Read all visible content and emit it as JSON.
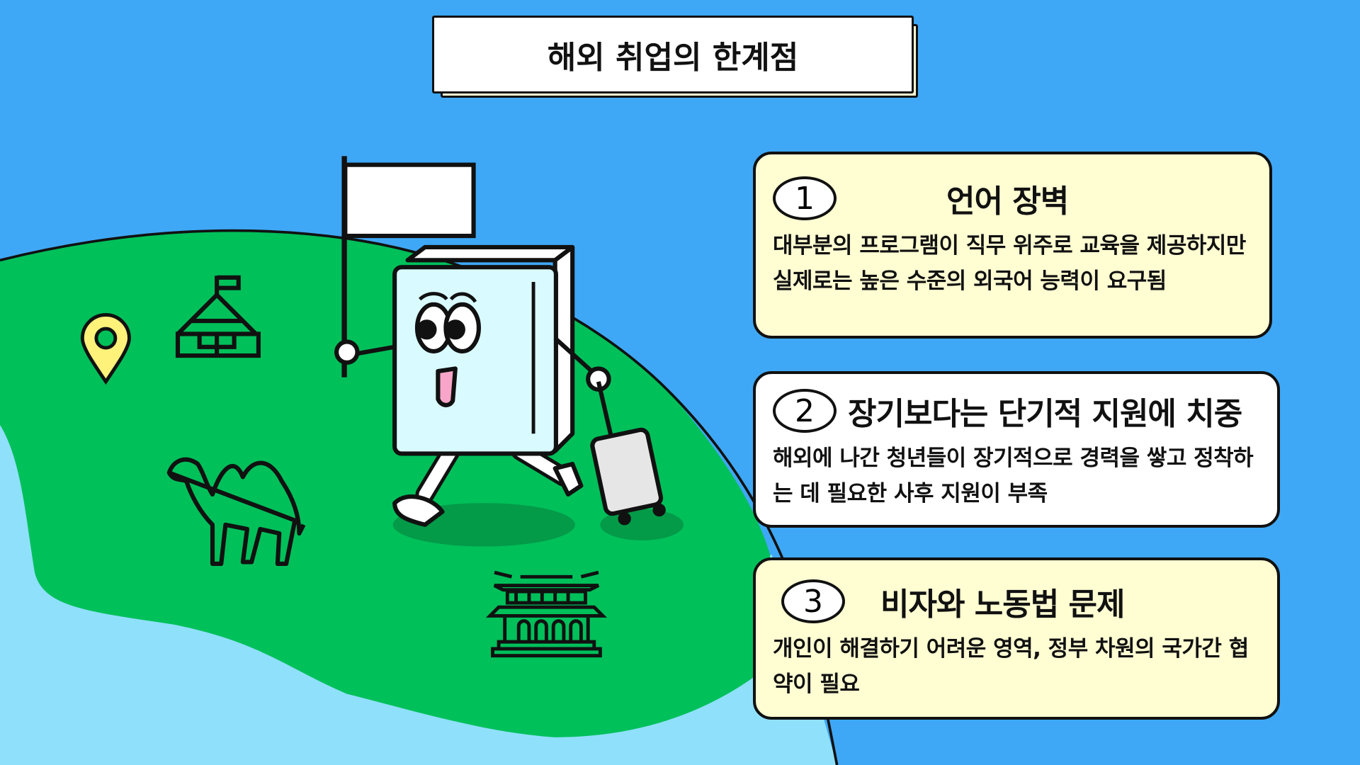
{
  "title": "해외 취업의 한계점",
  "cards": [
    {
      "number": "1",
      "title": "언어 장벽",
      "body": "대부분의 프로그램이 직무 위주로 교육을 제공하지만 실제로는 높은 수준의 외국어 능력이 요구됨"
    },
    {
      "number": "2",
      "title": "장기보다는 단기적 지원에 치중",
      "body": "해외에 나간 청년들이 장기적으로 경력을 쌓고 정착하는 데 필요한 사후 지원이 부족"
    },
    {
      "number": "3",
      "title": "비자와 노동법 문제",
      "body": "개인이 해결하기 어려운 영역, 정부 차원의 국가간 협약이 필요"
    }
  ],
  "colors": {
    "sky": "#3fa8f6",
    "land": "#00c05a",
    "sea": "#8fe0fb",
    "card_yellow": "#fffdd2",
    "pin": "#fff27a"
  },
  "icons": [
    "location-pin-icon",
    "yurt-icon",
    "camel-icon",
    "palace-icon",
    "flag-icon",
    "book-character",
    "suitcase-icon"
  ]
}
